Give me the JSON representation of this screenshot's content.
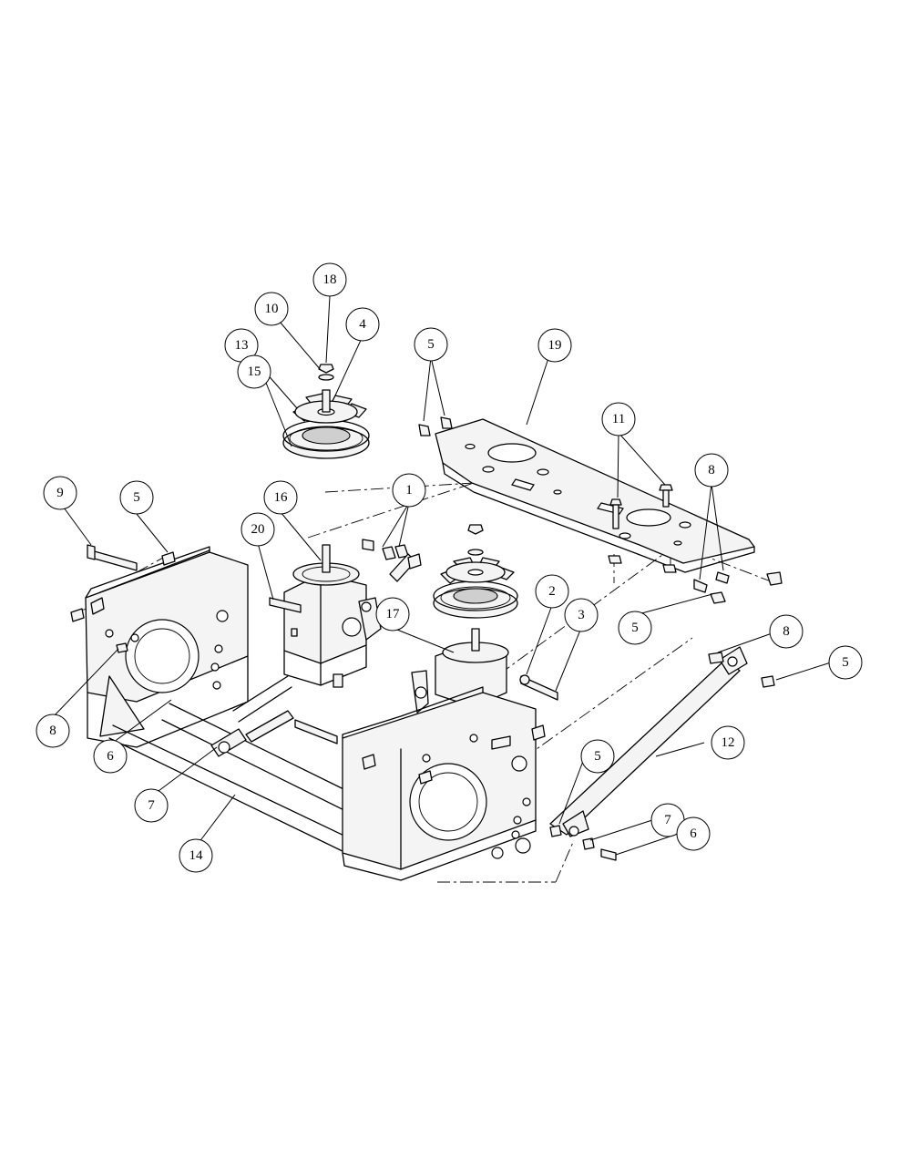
{
  "callouts": [
    {
      "id": "c18a",
      "label": "18"
    },
    {
      "id": "c10",
      "label": "10"
    },
    {
      "id": "c4",
      "label": "4"
    },
    {
      "id": "c13",
      "label": "13"
    },
    {
      "id": "c15",
      "label": "15"
    },
    {
      "id": "c5a",
      "label": "5"
    },
    {
      "id": "c19",
      "label": "19"
    },
    {
      "id": "c11",
      "label": "11"
    },
    {
      "id": "c8a",
      "label": "8"
    },
    {
      "id": "c9",
      "label": "9"
    },
    {
      "id": "c5b",
      "label": "5"
    },
    {
      "id": "c16",
      "label": "16"
    },
    {
      "id": "c1",
      "label": "1"
    },
    {
      "id": "c20",
      "label": "20"
    },
    {
      "id": "c2",
      "label": "2"
    },
    {
      "id": "c3",
      "label": "3"
    },
    {
      "id": "c5c",
      "label": "5"
    },
    {
      "id": "c17",
      "label": "17"
    },
    {
      "id": "c8b",
      "label": "8"
    },
    {
      "id": "c5d",
      "label": "5"
    },
    {
      "id": "c8c",
      "label": "8"
    },
    {
      "id": "c6a",
      "label": "6"
    },
    {
      "id": "c7a",
      "label": "7"
    },
    {
      "id": "c12",
      "label": "12"
    },
    {
      "id": "c5e",
      "label": "5"
    },
    {
      "id": "c14",
      "label": "14"
    },
    {
      "id": "c7b",
      "label": "7"
    },
    {
      "id": "c6b",
      "label": "6"
    }
  ]
}
